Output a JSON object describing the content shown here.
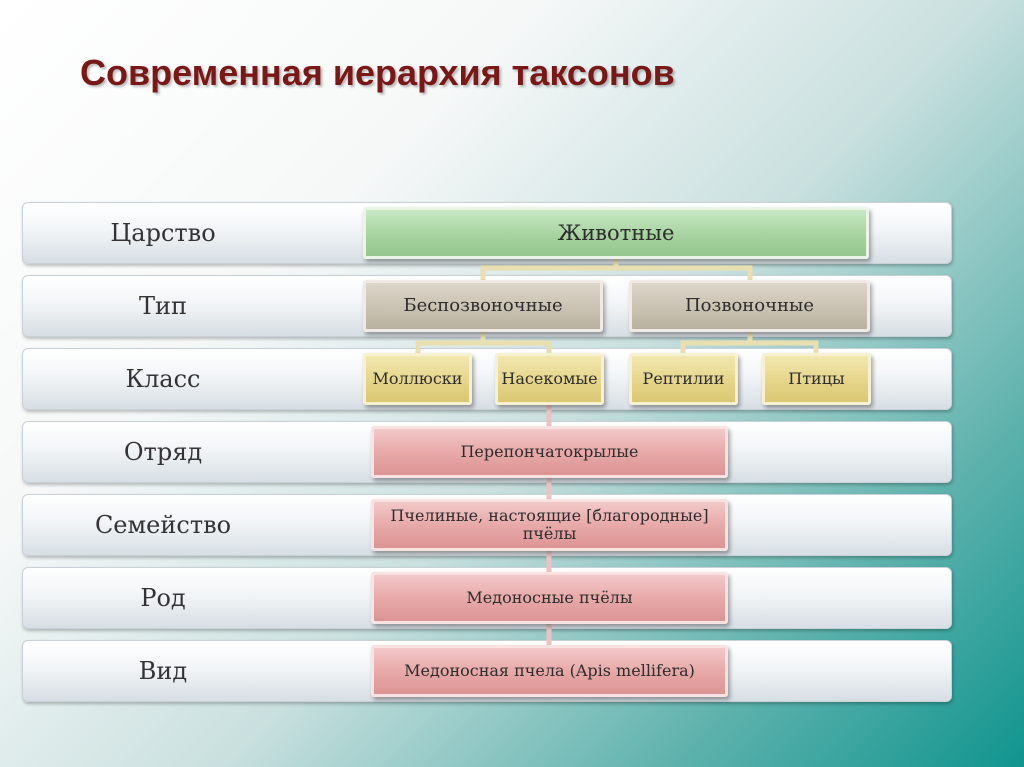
{
  "title": "Современная иерархия таксонов",
  "ranks": [
    "Царство",
    "Тип",
    "Класс",
    "Отряд",
    "Семейство",
    "Род",
    "Вид"
  ],
  "taxa": {
    "kingdom": "Животные",
    "phylum_invertebrates": "Беспозвоночные",
    "phylum_vertebrates": "Позвоночные",
    "class_molluscs": "Моллюски",
    "class_insects": "Насекомые",
    "class_reptiles": "Рептилии",
    "class_birds": "Птицы",
    "order": "Перепончатокрылые",
    "family": "Пчелиные, настоящие [благородные] пчёлы",
    "genus": "Медоносные пчёлы",
    "species": "Медоносная пчела (Apis mellifera)"
  },
  "colors": {
    "title": "#7a1717",
    "kingdom": "#a9d5a3",
    "phylum": "#cbc4b4",
    "class": "#e7d78d",
    "lower_ranks": "#e8a9a9",
    "connector": "#e9dfb0"
  }
}
